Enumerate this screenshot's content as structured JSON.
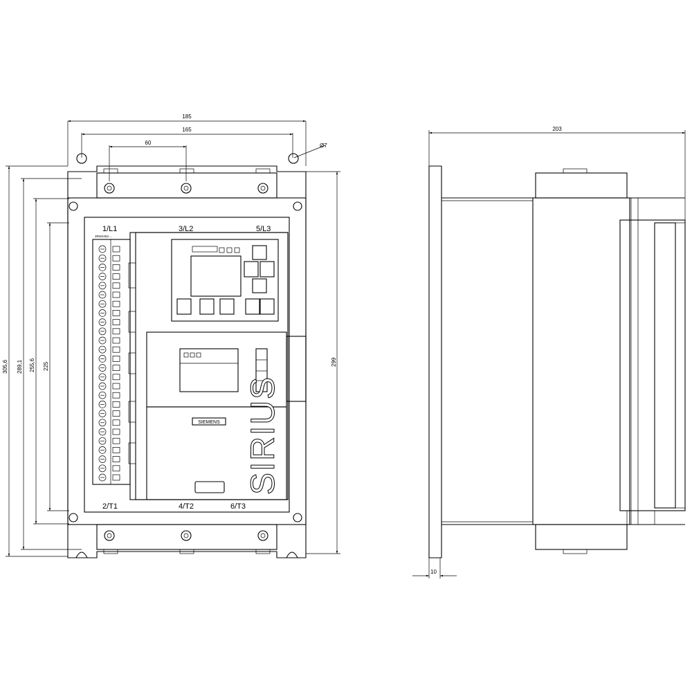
{
  "front_view": {
    "dimensions": {
      "outer_width": "185",
      "hole_width": "165",
      "hole_spacing": "60",
      "hole_diameter": "Ø7",
      "total_height": "305,6",
      "height_2": "289,1",
      "height_3": "255,6",
      "height_4": "225",
      "right_height": "299"
    },
    "terminals_top": [
      "1/L1",
      "3/L2",
      "5/L3"
    ],
    "terminals_bottom": [
      "2/T1",
      "4/T2",
      "6/T3"
    ],
    "model_label": "3RW4452-...",
    "siemens_plate": "SIEMENS",
    "brand": "SIRIUS"
  },
  "side_view": {
    "dimensions": {
      "depth": "203",
      "offset": "10"
    }
  }
}
